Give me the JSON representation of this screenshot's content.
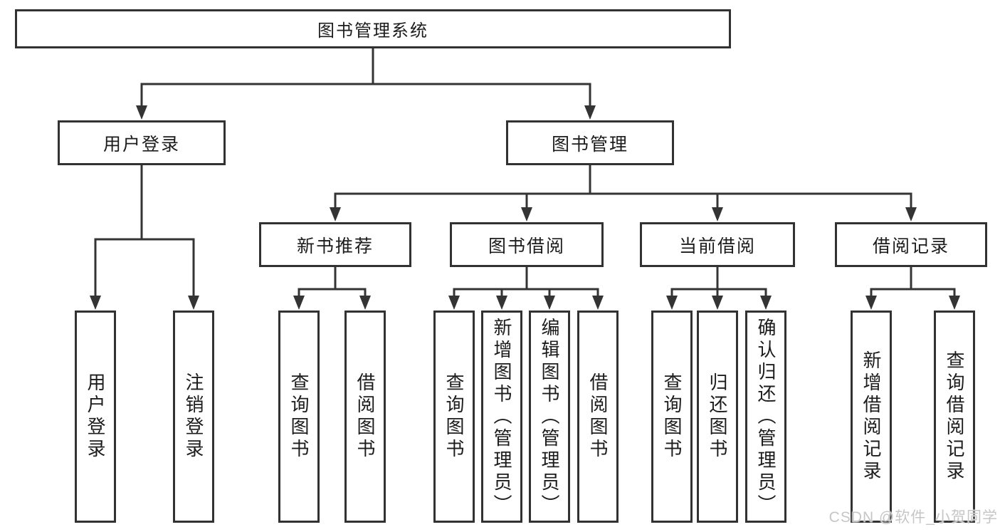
{
  "tree": {
    "root": {
      "label": "图书管理系统",
      "children": [
        {
          "label": "用户登录",
          "children": [
            {
              "label": "用户登录"
            },
            {
              "label": "注销登录"
            }
          ]
        },
        {
          "label": "图书管理",
          "children": [
            {
              "label": "新书推荐",
              "children": [
                {
                  "label": "查询图书"
                },
                {
                  "label": "借阅图书"
                }
              ]
            },
            {
              "label": "图书借阅",
              "children": [
                {
                  "label": "查询图书"
                },
                {
                  "label": "新增图书（管理员）"
                },
                {
                  "label": "编辑图书（管理员）"
                },
                {
                  "label": "借阅图书"
                }
              ]
            },
            {
              "label": "当前借阅",
              "children": [
                {
                  "label": "查询图书"
                },
                {
                  "label": "归还图书"
                },
                {
                  "label": "确认归还（管理员）"
                }
              ]
            },
            {
              "label": "借阅记录",
              "children": [
                {
                  "label": "新增借阅记录"
                },
                {
                  "label": "查询借阅记录"
                }
              ]
            }
          ]
        }
      ]
    }
  },
  "watermark": "CSDN @软件_小贺同学",
  "colors": {
    "line": "#343434",
    "text": "#1c1c1c",
    "background": "#ffffff",
    "watermark": "#c6c6c6"
  }
}
